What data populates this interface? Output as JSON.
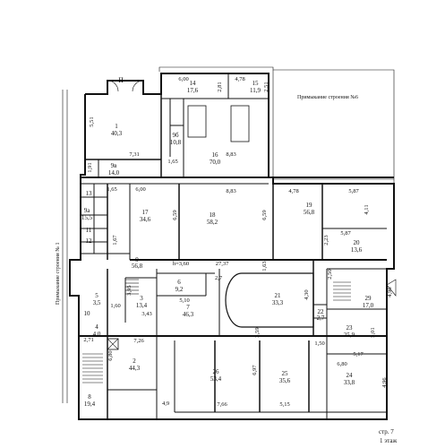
{
  "rooms": [
    {
      "id": "1",
      "num": "1",
      "area": "40,3"
    },
    {
      "id": "2",
      "num": "2",
      "area": "44,3"
    },
    {
      "id": "3",
      "num": "3",
      "area": "13,4"
    },
    {
      "id": "4",
      "num": "4",
      "area": "4,0"
    },
    {
      "id": "5",
      "num": "5",
      "area": "3,5"
    },
    {
      "id": "6",
      "num": "6",
      "area": "9,2"
    },
    {
      "id": "7",
      "num": "7",
      "area": "46,3"
    },
    {
      "id": "8",
      "num": "8",
      "area": "19,4"
    },
    {
      "id": "9",
      "num": "9",
      "area": "56,8"
    },
    {
      "id": "9a",
      "num": "9a",
      "area": "15,5"
    },
    {
      "id": "9b",
      "num": "9б",
      "area": "10,8"
    },
    {
      "id": "9v",
      "num": "9в",
      "area": "14,0"
    },
    {
      "id": "14",
      "num": "14",
      "area": "17,6"
    },
    {
      "id": "15",
      "num": "15",
      "area": "11,9"
    },
    {
      "id": "16",
      "num": "16",
      "area": "70,0"
    },
    {
      "id": "17",
      "num": "17",
      "area": "34,6"
    },
    {
      "id": "18",
      "num": "18",
      "area": "58,2"
    },
    {
      "id": "19",
      "num": "19",
      "area": "56,8"
    },
    {
      "id": "20",
      "num": "20",
      "area": "13,6"
    },
    {
      "id": "21",
      "num": "21",
      "area": "33,3"
    },
    {
      "id": "22",
      "num": "22",
      "area": "2,7"
    },
    {
      "id": "23",
      "num": "23",
      "area": "25,9"
    },
    {
      "id": "24",
      "num": "24",
      "area": "33,8"
    },
    {
      "id": "25",
      "num": "25",
      "area": "35,6"
    },
    {
      "id": "26",
      "num": "26",
      "area": "53,4"
    },
    {
      "id": "29",
      "num": "29",
      "area": "17,0"
    },
    {
      "id": "10",
      "num": "10",
      "area": ""
    },
    {
      "id": "11",
      "num": "11",
      "area": ""
    },
    {
      "id": "12",
      "num": "12",
      "area": ""
    },
    {
      "id": "13",
      "num": "13",
      "area": ""
    }
  ],
  "dimensions": [
    "6,00",
    "4,78",
    "2,81",
    "2,51",
    "5,51",
    "7,31",
    "1,65",
    "8,83",
    "1,91",
    "1,65",
    "6,00",
    "8,83",
    "4,78",
    "5,87",
    "4,11",
    "6,59",
    "6,59",
    "2,23",
    "5,87",
    "1,67",
    "27,37",
    "h=3,60",
    "1,63",
    "3,95",
    "2,7",
    "5,10",
    "4,30",
    "2,50",
    "4,96",
    "1,60",
    "3,43",
    "7,26",
    "2,71",
    "6,80",
    "3,59",
    "1,50",
    "5,01",
    "6,80",
    "5,17",
    "6,97",
    "4,96",
    "7,66",
    "5,15",
    "4,9"
  ],
  "labels": {
    "adjacent_top": "Примыкание строения №6",
    "adjacent_left": "Примыкание строения № 1",
    "roman_numeral": "II",
    "page": "стр. 7",
    "floor": "1 этаж"
  }
}
